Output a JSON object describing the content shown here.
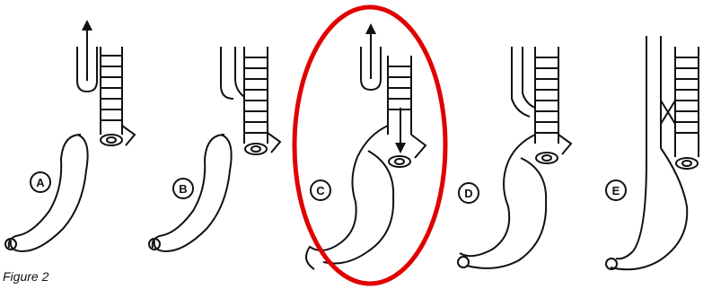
{
  "panels": [
    {
      "label": "A",
      "highlighted": false
    },
    {
      "label": "B",
      "highlighted": false
    },
    {
      "label": "C",
      "highlighted": true
    },
    {
      "label": "D",
      "highlighted": false
    },
    {
      "label": "E",
      "highlighted": false
    }
  ],
  "caption": "Figure 2",
  "colors": {
    "ink": "#111111",
    "highlight": "#e00000"
  }
}
